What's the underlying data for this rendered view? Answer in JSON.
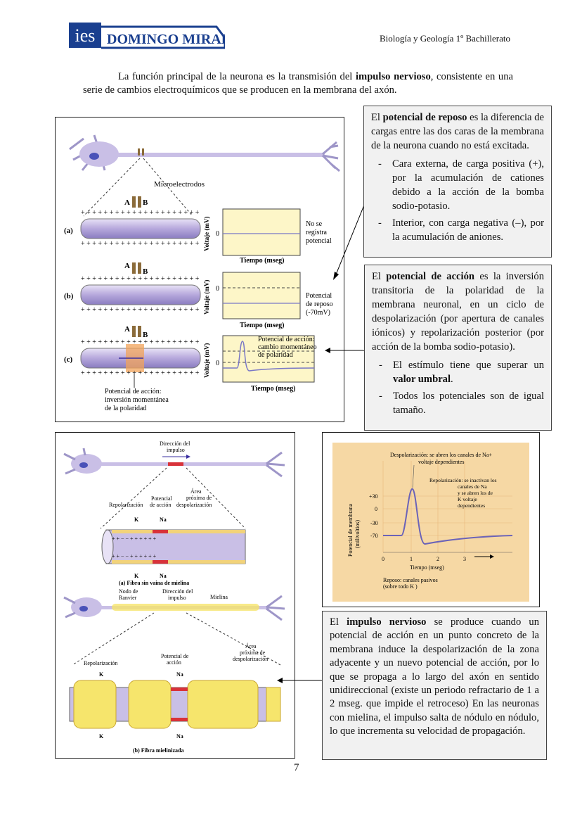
{
  "header": {
    "logo_ies": "ies",
    "logo_name": "DOMINGO MIRAL",
    "subject": "Biología y Geología 1º Bachillerato"
  },
  "intro": {
    "part1": "La función principal de la neurona es la transmisión del ",
    "bold": "impulso nervioso",
    "part2": ", consistente en una serie de cambios electroquímicos que se producen en la membrana del axón."
  },
  "figure1": {
    "microelectrodos": "Microelectrodos",
    "a": "A",
    "b": "B",
    "label_a": "(a)",
    "label_b": "(b)",
    "label_c": "(c)",
    "ylabel": "Voltaje (mV)",
    "xlabel": "Tiempo (mseg)",
    "zero": "0",
    "no_potencial": [
      "No se",
      "registra",
      "potencial"
    ],
    "reposo": [
      "Potencial",
      "de reposo",
      "(-70mV)"
    ],
    "accion_top": [
      "Potencial de acción:",
      "cambio momentáneo",
      "de polaridad"
    ],
    "accion_bottom": [
      "Potencial de acción:",
      "inversión momentánea",
      "de la polaridad"
    ]
  },
  "box_reposo": {
    "p_pre": "El ",
    "p_bold": "potencial de reposo",
    "p_post": " es la diferencia de cargas entre las dos caras de la membrana de la neurona cuando no está excitada.",
    "items": [
      "Cara externa, de carga positiva (+), por la acumulación de cationes debido a la acción de la bomba sodio-potasio.",
      "Interior, con carga negativa (–), por la acumulación de aniones."
    ]
  },
  "box_accion": {
    "p_pre": "El ",
    "p_bold": "potencial de acción",
    "p_post": " es la inversión transitoria de la polaridad de la membrana neuronal, en un ciclo de despolarización (por apertura de canales iónicos) y repolarización posterior (por acción de la bomba sodio-potasio).",
    "item1_pre": "El estímulo tiene que superar un ",
    "item1_bold": "valor umbral",
    "item1_post": ".",
    "item2": "Todos los potenciales son de igual tamaño."
  },
  "figure2": {
    "direccion": [
      "Dirección del",
      "impulso"
    ],
    "potencial_accion": [
      "Potencial",
      "de acción"
    ],
    "area": [
      "Área",
      "próxima de"
    ],
    "repolarizacion": "Repolarización",
    "despolarizacion": "despolarización",
    "k": "K",
    "na": "Na",
    "caption_a": "(a) Fibra sin vaina de mielina",
    "nodo": [
      "Nodo de",
      "Ranvier"
    ],
    "mielina": "Mielina",
    "potencial_accion_b": [
      "Potencial de",
      "acción"
    ],
    "area_b": [
      "Área",
      "próxima de",
      "despolarización"
    ],
    "caption_b": "(b) Fibra mielinizada"
  },
  "figure3": {
    "despol": [
      "Despolarización: se abren los canales de Na+",
      "voltaje dependientes"
    ],
    "repol": [
      "Repolarización: se inactivan los",
      "canales de Na",
      "y se abren los de",
      "K  voltaje",
      "dependientes"
    ],
    "ylabel": [
      "Potencial de membrana",
      "(milivoltios)"
    ],
    "yticks": [
      "+30",
      "0",
      "-30",
      "-70"
    ],
    "xticks": [
      "0",
      "1",
      "2",
      "3"
    ],
    "xlabel": "Tiempo (mseg)",
    "reposo": [
      "Reposo: canales pasivos",
      "(sobre todo K )"
    ]
  },
  "box_impulso": {
    "p_pre": "El ",
    "p_bold": "impulso nervioso",
    "p_post": " se produce cuando un potencial de acción en un punto concreto de la membrana induce la despolarización de la zona adyacente y un nuevo potencial de acción, por lo que se propaga a lo largo del axón en sentido unidireccional (existe un periodo refractario de 1 a 2 mseg. que impide el retroceso) En las neuronas con mielina, el impulso salta de nódulo en nódulo, lo que incrementa su velocidad de propagación."
  },
  "page_number": "7",
  "colors": {
    "axon": "#c9bfe6",
    "chart_bg": "#fdf6c8",
    "chart3_bg": "#f6d8a4",
    "box_bg": "#f1f1f1"
  }
}
